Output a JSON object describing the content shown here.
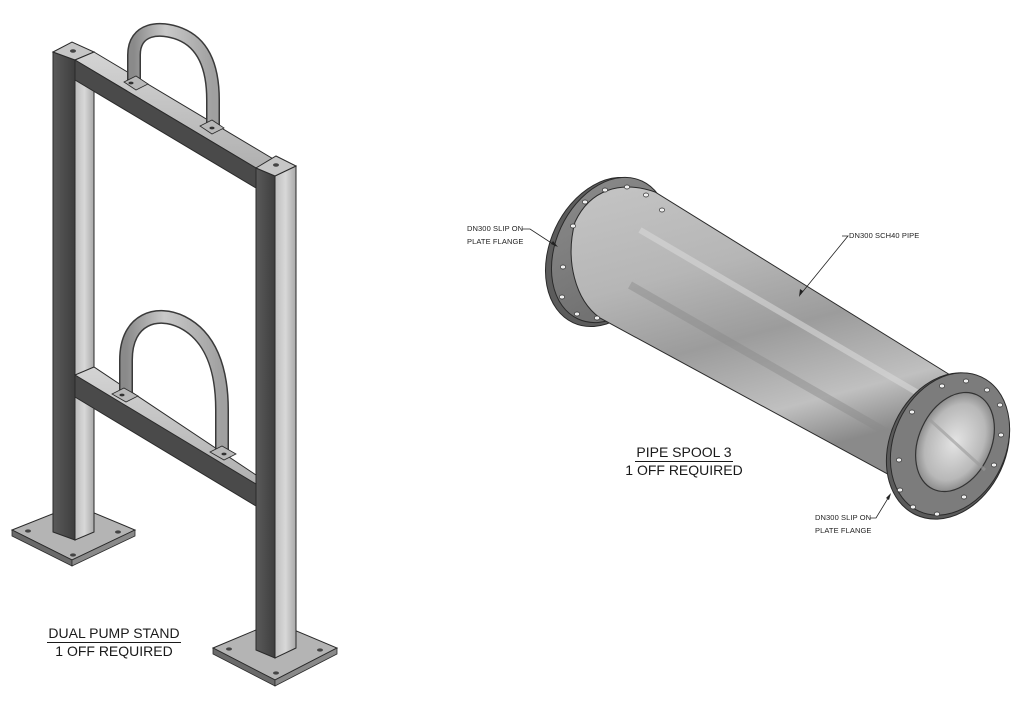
{
  "drawing": {
    "views": [
      {
        "id": "dual-pump-stand",
        "title": "DUAL PUMP STAND",
        "quantity": "1 OFF REQUIRED",
        "components": [
          "square-hollow-section-posts",
          "cross-members",
          "u-strap-pipe-saddles",
          "base-plates"
        ]
      },
      {
        "id": "pipe-spool-3",
        "title": "PIPE SPOOL 3",
        "quantity": "1 OFF REQUIRED",
        "callouts": [
          {
            "line1": "DN300 SLIP ON",
            "line2": "PLATE FLANGE",
            "position": "left-flange"
          },
          {
            "line1": "DN300 SCH40 PIPE",
            "line2": "",
            "position": "pipe-body"
          },
          {
            "line1": "DN300 SLIP ON",
            "line2": "PLATE FLANGE",
            "position": "right-flange"
          }
        ]
      }
    ],
    "colors": {
      "background": "#ffffff",
      "steel_light": "#c8c8c8",
      "steel_mid": "#9a9a9a",
      "steel_dark": "#4a4a4a",
      "outline": "#2a2a2a",
      "text": "#1a1a1a"
    }
  }
}
